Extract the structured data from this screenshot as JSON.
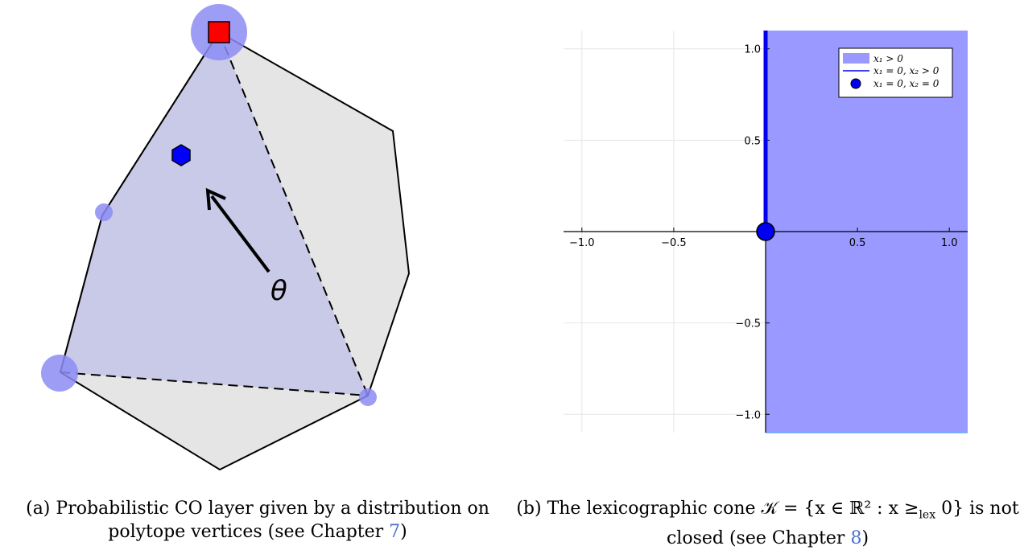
{
  "panel_a": {
    "theta_label": "θ",
    "caption_prefix": "(a) Probabilistic CO layer given by a distribution on polytope vertices (see Chapter ",
    "caption_ref": "7",
    "caption_suffix": ")",
    "colors": {
      "polytope_fill": "#e5e5e5",
      "simplex_fill": "#c9c9e8",
      "vertex_weight": "#8c8cf5",
      "mode_marker": "#ff0000",
      "mean_marker": "#0000ff"
    }
  },
  "panel_b": {
    "caption_prefix": "(b) The lexicographic cone 𝒦 = {x ∈ ℝ² : x ≥",
    "caption_sub": "lex",
    "caption_mid": " 0} is not closed (see Chapter ",
    "caption_ref": "8",
    "caption_suffix": ")",
    "colors": {
      "region": "#9999ff",
      "line": "#0000ee",
      "point": "#0000ee"
    }
  },
  "chart_data": {
    "type": "area",
    "title": "",
    "xlabel": "",
    "ylabel": "",
    "xlim": [
      -1.1,
      1.1
    ],
    "ylim": [
      -1.1,
      1.1
    ],
    "x_ticks": [
      -1.0,
      -0.5,
      0.5,
      1.0
    ],
    "x_tick_labels": [
      "−1.0",
      "−0.5",
      "0.5",
      "1.0"
    ],
    "y_ticks": [
      1.0,
      0.5,
      -0.5,
      -1.0
    ],
    "y_tick_labels": [
      "1.0",
      "0.5",
      "−0.5",
      "−1.0"
    ],
    "grid": true,
    "legend_position": "top-right",
    "series": [
      {
        "name": "x₁ > 0",
        "kind": "region",
        "x_range": [
          0,
          1.1
        ],
        "y_range": [
          -1.1,
          1.1
        ]
      },
      {
        "name": "x₁ = 0, x₂ > 0",
        "kind": "line",
        "x": [
          0,
          0
        ],
        "y": [
          0,
          1.1
        ]
      },
      {
        "name": "x₁ = 0, x₂ = 0",
        "kind": "point",
        "x": [
          0
        ],
        "y": [
          0
        ]
      }
    ]
  }
}
